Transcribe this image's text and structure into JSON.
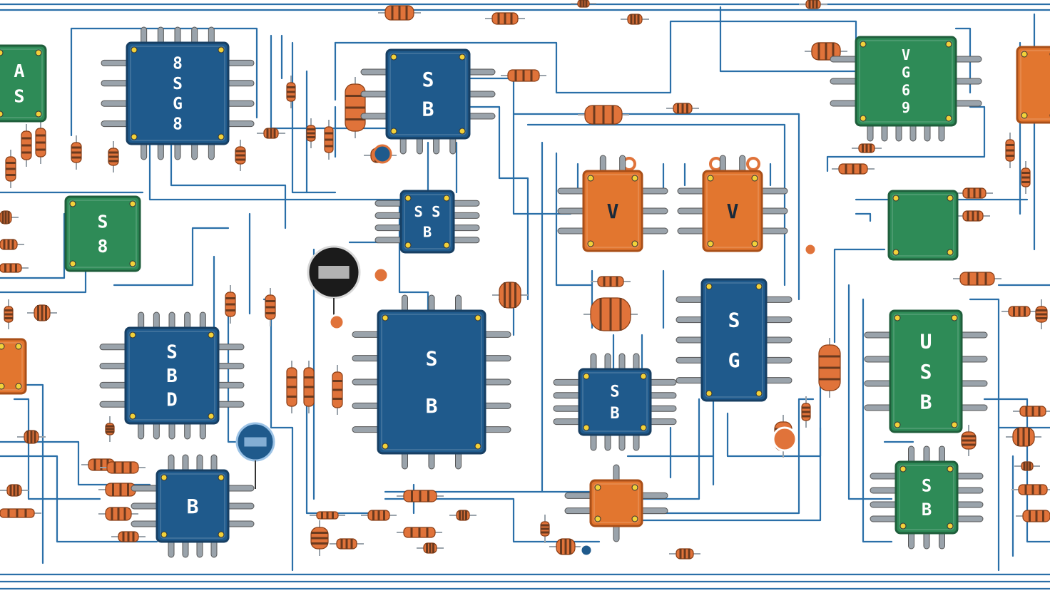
{
  "colors": {
    "background": "#ffffff",
    "trace": "#2a6fa8",
    "chip_blue": "#1f5a8c",
    "chip_blue_edge": "#173f63",
    "chip_green": "#2e8b57",
    "chip_green_edge": "#1f5e3b",
    "chip_orange": "#e2762f",
    "chip_orange_edge": "#a94f18",
    "pin": "#9aa3ab",
    "resistor": "#e0733a",
    "resistor_band": "#6b3a1e",
    "pad_yellow": "#f2d13a"
  },
  "chips": [
    {
      "id": "chip-top-left-blue",
      "color": "blue",
      "text": [
        "8",
        "S",
        "G",
        "8"
      ]
    },
    {
      "id": "chip-top-center-blue",
      "color": "blue",
      "text": [
        "S",
        "B"
      ]
    },
    {
      "id": "chip-top-right-green",
      "color": "green",
      "text": [
        "V",
        "G",
        "6",
        "9"
      ]
    },
    {
      "id": "chip-left-green",
      "color": "green",
      "text": [
        "S",
        "8"
      ]
    },
    {
      "id": "chip-center-small-blue",
      "color": "blue",
      "text": [
        "S S",
        "B"
      ]
    },
    {
      "id": "chip-center-orange-left",
      "color": "orange",
      "text": [
        "V"
      ]
    },
    {
      "id": "chip-center-orange-right",
      "color": "orange",
      "text": [
        "V"
      ]
    },
    {
      "id": "chip-right-small-green",
      "color": "green",
      "text": []
    },
    {
      "id": "chip-mid-left-blue",
      "color": "blue",
      "text": [
        "S",
        "B",
        "D"
      ]
    },
    {
      "id": "chip-center-large-blue",
      "color": "blue",
      "text": [
        "S",
        "B"
      ]
    },
    {
      "id": "chip-right-blue",
      "color": "blue",
      "text": [
        "S",
        "G"
      ]
    },
    {
      "id": "chip-bottom-center-blue",
      "color": "blue",
      "text": [
        "S",
        "B"
      ]
    },
    {
      "id": "chip-right-green-large",
      "color": "green",
      "text": [
        "U",
        "S",
        "B"
      ]
    },
    {
      "id": "chip-bottom-left-blue",
      "color": "blue",
      "text": [
        "B"
      ]
    },
    {
      "id": "chip-bottom-orange",
      "color": "orange",
      "text": []
    },
    {
      "id": "chip-bottom-right-green",
      "color": "green",
      "text": [
        "S",
        "B"
      ]
    },
    {
      "id": "chip-edge-left-green",
      "color": "green",
      "text": [
        "A",
        "S"
      ]
    },
    {
      "id": "chip-edge-right-orange",
      "color": "orange",
      "text": []
    },
    {
      "id": "chip-edge-left-orange",
      "color": "orange",
      "text": []
    }
  ]
}
